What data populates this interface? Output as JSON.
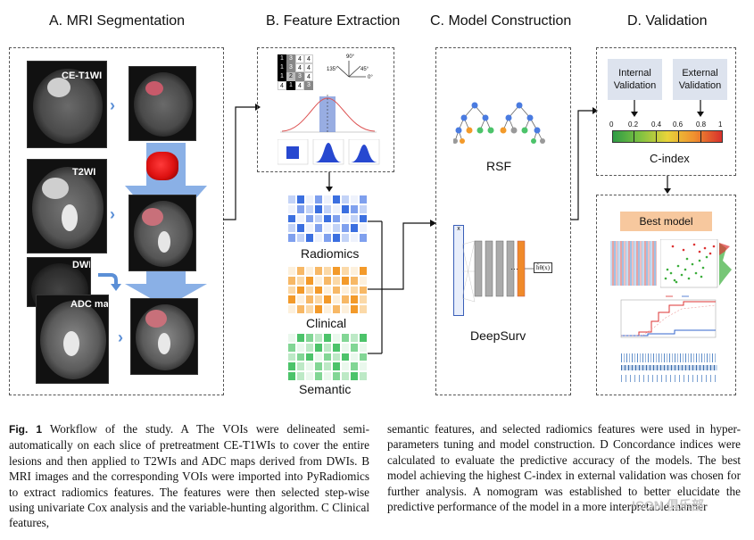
{
  "sections": {
    "a_title": "A.  MRI Segmentation",
    "b_title": "B. Feature Extraction",
    "c_title": "C. Model Construction",
    "d_title": "D. Validation"
  },
  "mri_labels": {
    "ce_t1wi": "CE-T1WI",
    "t2wi": "T2WI",
    "dwi": "DWI",
    "adc": "ADC map"
  },
  "glcm": {
    "rows": [
      [
        "1",
        "3",
        "4",
        "4"
      ],
      [
        "1",
        "3",
        "4",
        "4"
      ],
      [
        "1",
        "2",
        "3",
        "4"
      ],
      [
        "4",
        "1",
        "4",
        "3"
      ]
    ],
    "angles": [
      "90°",
      "135°",
      "45°",
      "0°"
    ]
  },
  "feature_labels": {
    "radiomics": "Radiomics",
    "clinical": "Clinical",
    "semantic": "Semantic"
  },
  "model_labels": {
    "rsf": "RSF",
    "deepsurv": "DeepSurv",
    "hazard": "ĥθ(x)",
    "dots": "…"
  },
  "validation": {
    "internal": "Internal Validation",
    "external": "External Validation",
    "cindex_label": "C-index",
    "ticks": [
      "0",
      "0.2",
      "0.4",
      "0.6",
      "0.8",
      "1"
    ],
    "best_model": "Best model"
  },
  "colors": {
    "radiomics": "#3b6fe0",
    "clinical": "#f39a2a",
    "semantic": "#4cc36a",
    "arrow_blue": "#8ab0e6",
    "best_model_bg": "#f7c89e"
  },
  "caption": {
    "fig_label": "Fig. 1",
    "left": "Workflow of the study. A The VOIs were delineated semi-automatically on each slice of pretreatment CE-T1WIs to cover the entire lesions and then applied to T2WIs and ADC maps derived from DWIs. B MRI images and the corresponding VOIs were imported into PyRadiomics to extract radiomics features. The features were then selected step-wise using univariate Cox analysis and the variable-hunting algorithm. C Clinical features,",
    "right": "semantic features, and selected radiomics features were used in hyper-parameters tuning and model construction. D Concordance indices were calculated to evaluate the predictive accuracy of the models. The best model achieving the highest C-index in external validation was chosen for further analysis. A nomogram was established to better elucidate the predictive performance of the model in a more interpretable manner",
    "watermark": "ICON 俱乐部"
  }
}
